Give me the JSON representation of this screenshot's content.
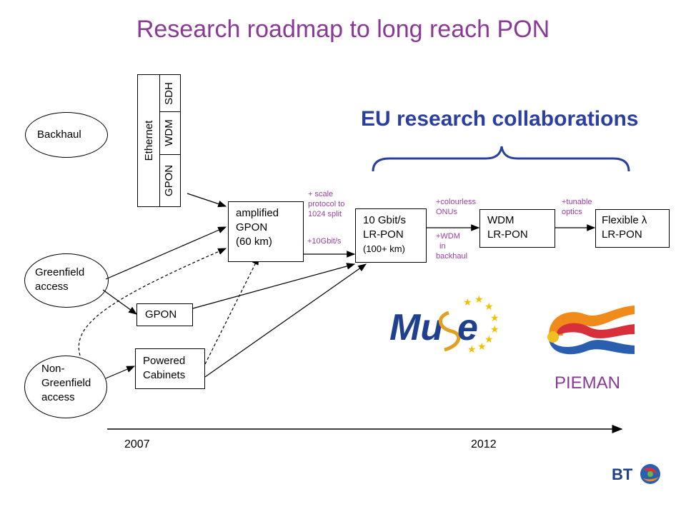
{
  "title": "Research roadmap to long reach PON",
  "eu_label": "EU research collaborations",
  "nodes": {
    "backhaul": "Backhaul",
    "greenfield_line1": "Greenfield",
    "greenfield_line2": "access",
    "nongreen_line1": "Non-",
    "nongreen_line2": "Greenfield",
    "nongreen_line3": "access",
    "ethernet": "Ethernet",
    "gpon_v": "GPON",
    "wdm_v": "WDM",
    "sdh_v": "SDH",
    "amp_line1": "amplified",
    "amp_line2": "GPON",
    "amp_line3": "(60 km)",
    "gpon": "GPON",
    "powered_line1": "Powered",
    "powered_line2": "Cabinets",
    "lr10_line1": "10 Gbit/s",
    "lr10_line2": "LR-PON",
    "lr10_line3": "(100+ km)",
    "wdm_line1": "WDM",
    "wdm_line2": "LR-PON",
    "flex_line1": "Flexible λ",
    "flex_line2": "LR-PON"
  },
  "annotations": {
    "scale_line1": "+ scale",
    "scale_line2": "protocol to",
    "scale_line3": "1024 split",
    "tenG": "+10Gbit/s",
    "colourless_line1": "+colourless",
    "colourless_line2": "ONUs",
    "wdm_line1": "+WDM",
    "wdm_line2": "in",
    "wdm_line3": "backhaul",
    "tunable_line1": "+tunable",
    "tunable_line2": "optics"
  },
  "logos": {
    "muse": "Muse",
    "pieman": "PIEMAN",
    "bt": "BT"
  },
  "timeline": {
    "start": "2007",
    "end": "2012"
  },
  "colors": {
    "title": "#8a3a96",
    "eu": "#2a3fa0",
    "annotation": "#9a3ea0"
  }
}
